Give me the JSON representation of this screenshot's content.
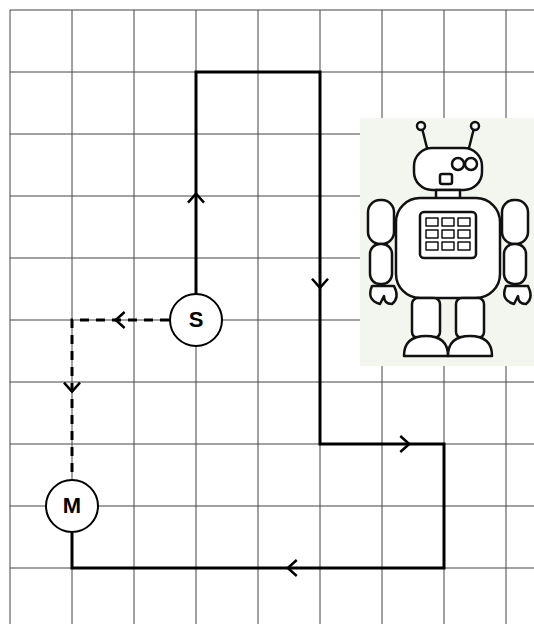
{
  "diagram": {
    "nodes": [
      {
        "text": [
          "S"
        ]
      },
      {
        "text": [
          "M"
        ]
      }
    ],
    "edges": [
      {
        "from": 0,
        "to": 1,
        "arrow": "to"
      },
      {
        "from": 0,
        "to": 1,
        "arrow": "to"
      }
    ]
  }
}
